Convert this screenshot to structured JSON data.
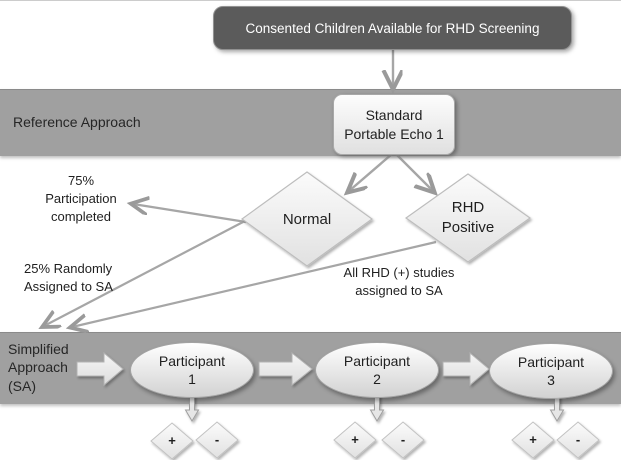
{
  "colors": {
    "title_box_bg": "#5b5b5b",
    "band_bg": "#a0a0a0",
    "shape_fill": "#ececec",
    "connector": "#a6a6a6",
    "text_dark": "#1f1f1f",
    "text_light": "#ffffff"
  },
  "title_box": {
    "label": "Consented Children Available for RHD Screening"
  },
  "reference": {
    "band_label": "Reference Approach",
    "echo_box": {
      "label": "Standard\nPortable Echo 1"
    },
    "normal": {
      "label": "Normal"
    },
    "rhd_positive": {
      "label": "RHD\nPositive"
    }
  },
  "annotations": {
    "participation": "75%\nParticipation\ncompleted",
    "randomized": "25% Randomly\nAssigned to SA",
    "rhd_assigned": "All RHD (+) studies\nassigned to SA"
  },
  "simplified": {
    "band_label": "Simplified\nApproach\n(SA)",
    "participants": [
      {
        "name": "Participant",
        "number": "1",
        "positive": "+",
        "negative": "-"
      },
      {
        "name": "Participant",
        "number": "2",
        "positive": "+",
        "negative": "-"
      },
      {
        "name": "Participant",
        "number": "3",
        "positive": "+",
        "negative": "-"
      }
    ]
  }
}
